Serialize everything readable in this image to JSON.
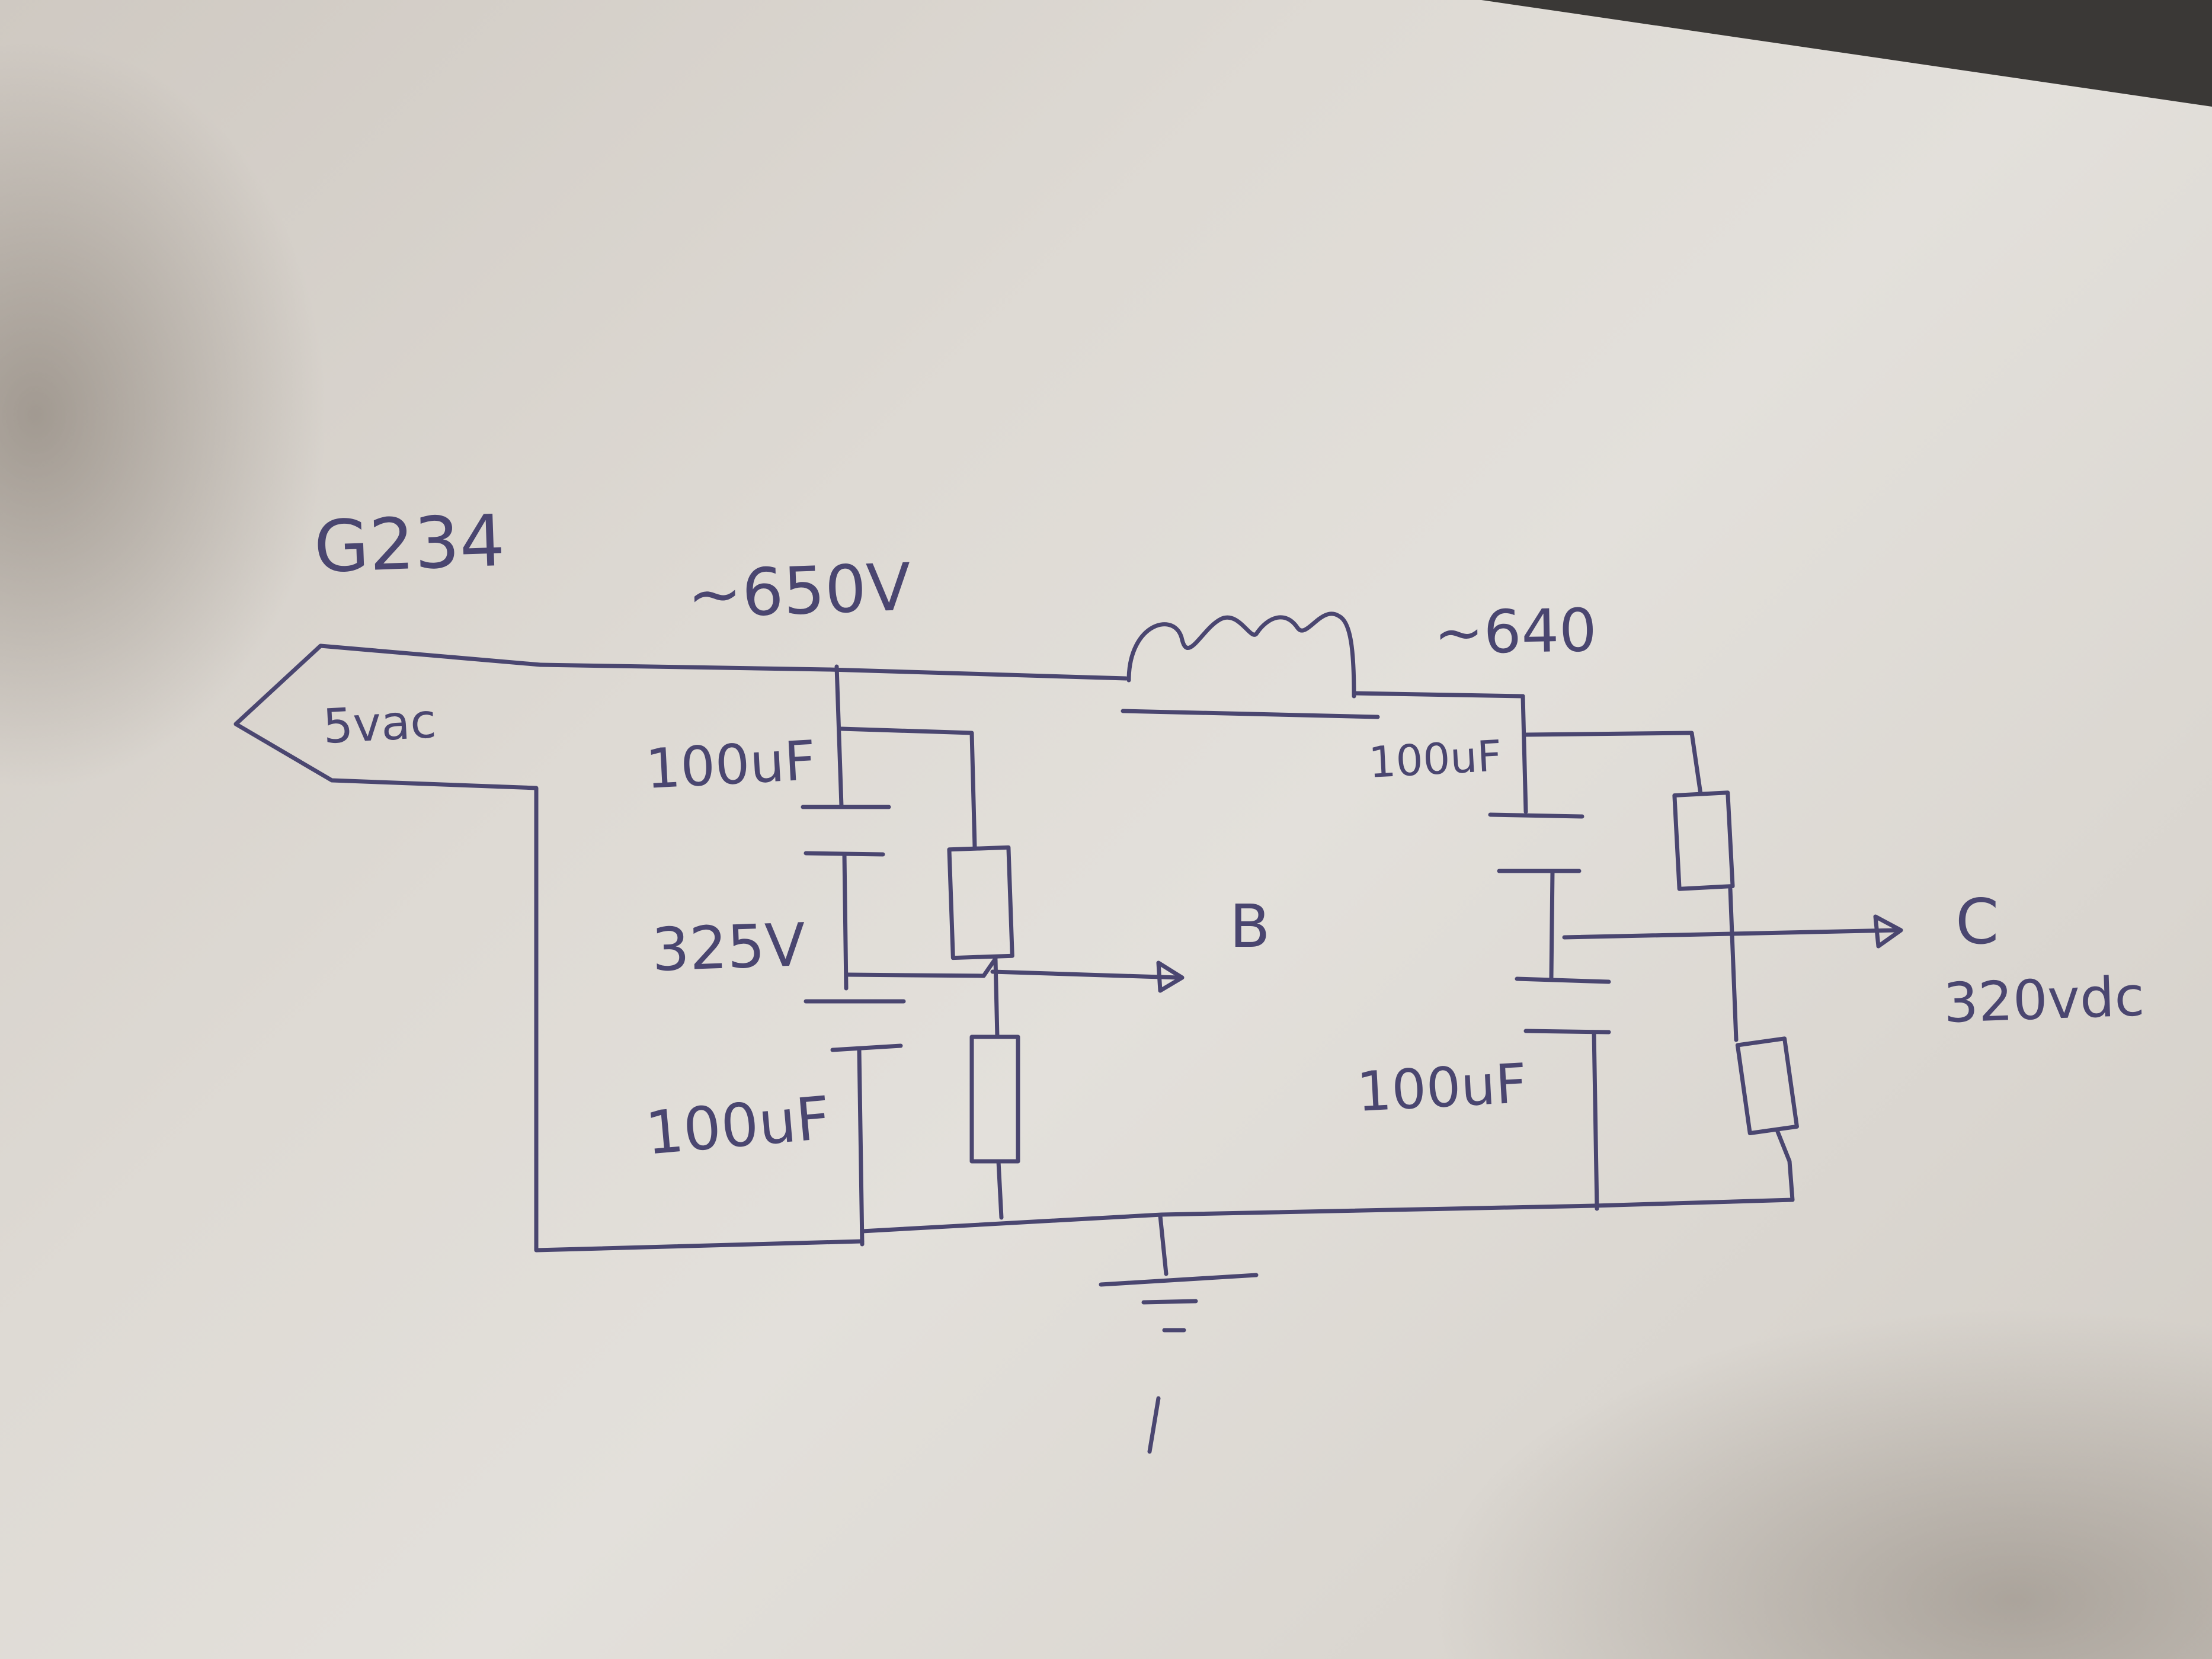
{
  "labels": {
    "tube": "G234",
    "source": "5vac",
    "v_in": "~650V",
    "v_out": "~640",
    "cap_top_left": "100uF",
    "v_mid": "325V",
    "cap_bottom_left": "100uF",
    "node_b": "B",
    "cap_top_right": "100uF",
    "cap_bottom_right": "100uF",
    "node_c": "C",
    "v_c": "320vdc"
  },
  "colors": {
    "ink": "#4a4670",
    "paper": "#dedad4"
  }
}
